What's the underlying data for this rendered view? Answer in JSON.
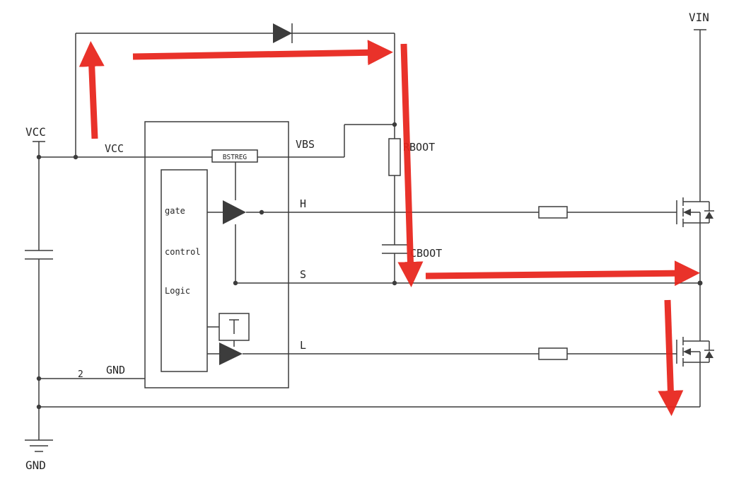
{
  "diagram": {
    "rails": {
      "vcc": "VCC",
      "gnd": "GND",
      "vin": "VIN"
    },
    "ic": {
      "pin_vcc": "VCC",
      "pin_gnd": "GND",
      "gnd_pin_number": "2",
      "pin_vbs": "VBS",
      "pin_h": "H",
      "pin_s": "S",
      "pin_l": "L",
      "bstreg_label": "BSTREG",
      "logic": {
        "line1": "gate",
        "line2": "control",
        "line3": "Logic"
      }
    },
    "components": {
      "rboot_label": "RBOOT",
      "cboot_label": "CBOOT"
    },
    "colors": {
      "wire": "#3c3c3c",
      "text": "#262626",
      "arrow": "#e8231a",
      "background": "#ffffff"
    }
  }
}
